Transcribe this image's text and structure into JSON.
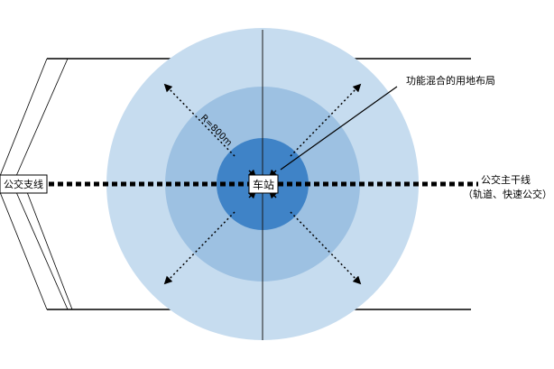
{
  "labels": {
    "station": "车站",
    "radius": "R=800m",
    "mixed_use": "功能混合的用地布局",
    "branch_line": "公交支线",
    "trunk_line": "公交主干线",
    "trunk_line_sub": "（轨道、快速公交）"
  },
  "colors": {
    "outer_ring": "#c6dcef",
    "middle_ring": "#9dc1e2",
    "inner_ring": "#3f83c7",
    "line": "#000000"
  }
}
